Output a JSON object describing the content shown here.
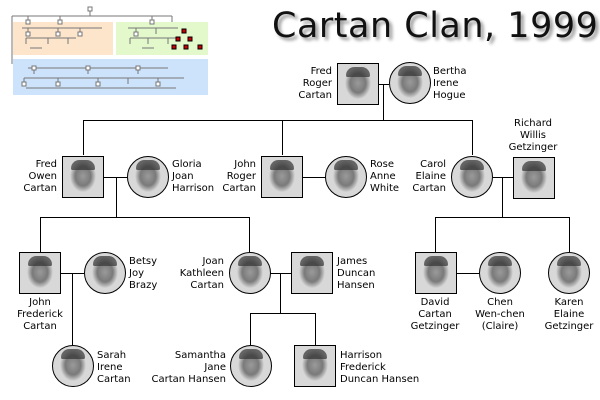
{
  "title": "Cartan Clan, 1999",
  "people": {
    "fred_roger": "Fred\nRoger\nCartan",
    "bertha": "Bertha\nIrene\nHogue",
    "fred_owen": "Fred\nOwen\nCartan",
    "gloria": "Gloria\nJoan\nHarrison",
    "john_roger": "John\nRoger\nCartan",
    "rose": "Rose\nAnne\nWhite",
    "carol": "Carol\nElaine\nCartan",
    "richard": "Richard\nWillis\nGetzinger",
    "john_frederick": "John\nFrederick\nCartan",
    "betsy": "Betsy\nJoy\nBrazy",
    "joan": "Joan\nKathleen\nCartan",
    "james": "James\nDuncan\nHansen",
    "david": "David\nCartan\nGetzinger",
    "chen": "Chen\nWen-chen\n(Claire)",
    "karen": "Karen\nElaine\nGetzinger",
    "sarah": "Sarah\nIrene\nCartan",
    "samantha": "Samantha\nJane\nCartan Hansen",
    "harrison": "Harrison\nFrederick\nDuncan Hansen"
  },
  "colors": {
    "panel_orange": "#fde5cc",
    "panel_green": "#e3f9cc",
    "panel_blue": "#cce3fb",
    "highlight": "#cc0000"
  }
}
